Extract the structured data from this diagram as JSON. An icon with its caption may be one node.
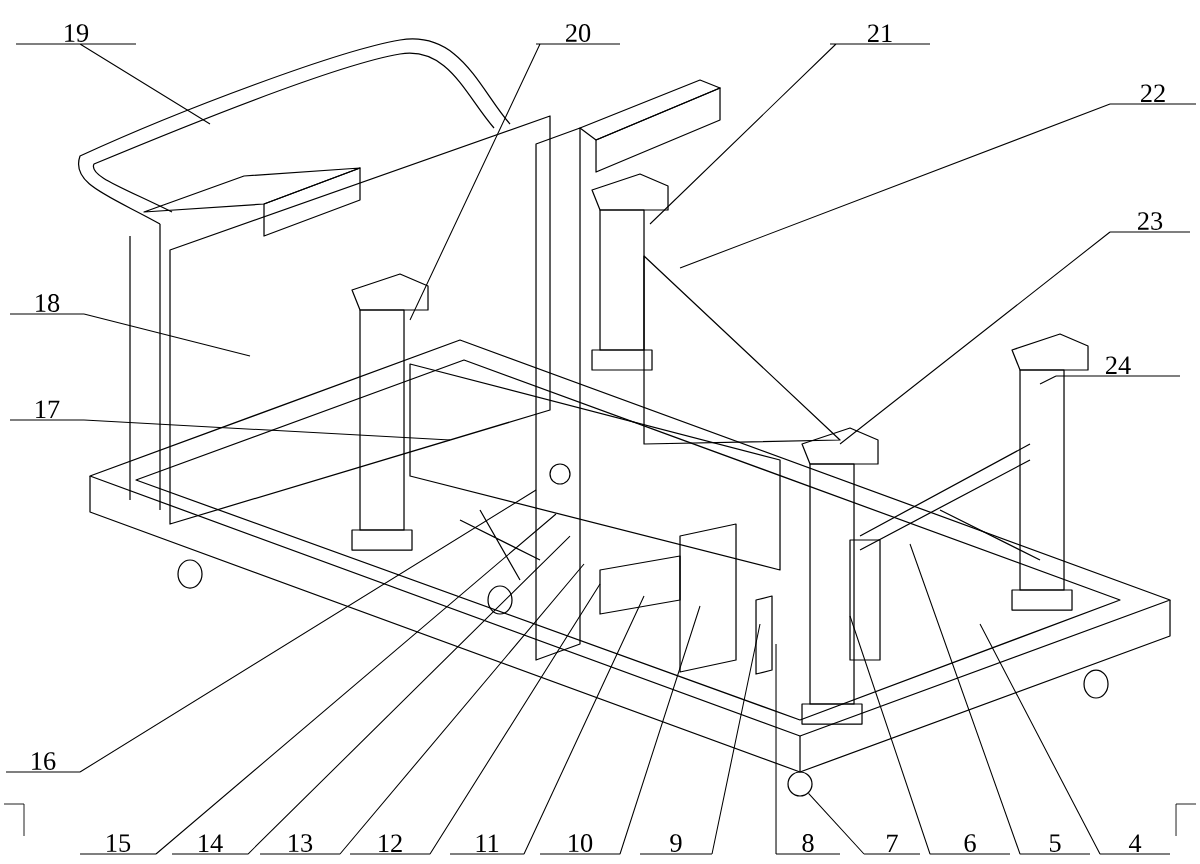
{
  "diagram": {
    "nodes": [
      {
        "text": [
          "19"
        ]
      },
      {
        "text": [
          "20"
        ]
      },
      {
        "text": [
          "21"
        ]
      },
      {
        "text": [
          "22"
        ]
      },
      {
        "text": [
          "23"
        ]
      },
      {
        "text": [
          "18"
        ]
      },
      {
        "text": [
          "24"
        ]
      },
      {
        "text": [
          "17"
        ]
      },
      {
        "text": [
          "16"
        ]
      },
      {
        "text": [
          "15"
        ]
      },
      {
        "text": [
          "14"
        ]
      },
      {
        "text": [
          "13"
        ]
      },
      {
        "text": [
          "12"
        ]
      },
      {
        "text": [
          "11"
        ]
      },
      {
        "text": [
          "10"
        ]
      },
      {
        "text": [
          "9"
        ]
      },
      {
        "text": [
          "8"
        ]
      },
      {
        "text": [
          "7"
        ]
      },
      {
        "text": [
          "6"
        ]
      },
      {
        "text": [
          "5"
        ]
      },
      {
        "text": [
          "4"
        ]
      },
      {
        "text": [],
        "shape": "circle"
      }
    ],
    "edges": [
      {
        "from": 0,
        "to": null,
        "arrow": "none"
      },
      {
        "from": 1,
        "to": null,
        "arrow": "none"
      },
      {
        "from": 2,
        "to": null,
        "arrow": "none"
      },
      {
        "from": 3,
        "to": null,
        "arrow": "none"
      },
      {
        "from": 4,
        "to": null,
        "arrow": "none"
      },
      {
        "from": 5,
        "to": null,
        "arrow": "none"
      },
      {
        "from": 6,
        "to": null,
        "arrow": "none"
      },
      {
        "from": 7,
        "to": null,
        "arrow": "none"
      },
      {
        "from": 8,
        "to": null,
        "arrow": "none"
      },
      {
        "from": 9,
        "to": null,
        "arrow": "none"
      },
      {
        "from": 10,
        "to": null,
        "arrow": "none"
      },
      {
        "from": 11,
        "to": null,
        "arrow": "none"
      },
      {
        "from": 12,
        "to": null,
        "arrow": "none"
      },
      {
        "from": 13,
        "to": null,
        "arrow": "none"
      },
      {
        "from": 14,
        "to": null,
        "arrow": "none"
      },
      {
        "from": 15,
        "to": null,
        "arrow": "none"
      },
      {
        "from": 16,
        "to": null,
        "arrow": "none"
      },
      {
        "from": 17,
        "to": 21,
        "arrow": "none"
      },
      {
        "from": 18,
        "to": null,
        "arrow": "none"
      },
      {
        "from": 19,
        "to": null,
        "arrow": "none"
      },
      {
        "from": 20,
        "to": null,
        "arrow": "none"
      }
    ]
  }
}
